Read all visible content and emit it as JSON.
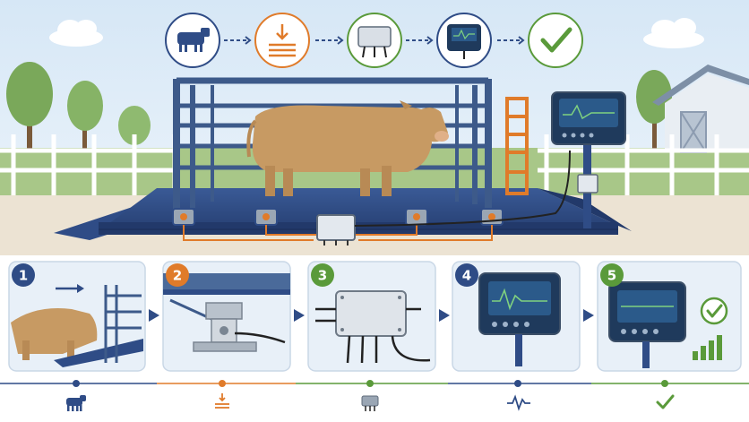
{
  "colors": {
    "sky": "#dceaf7",
    "ground": "#ece3d3",
    "grass": "#9fc07a",
    "platform": "#2f4c86",
    "platform_dark": "#22396a",
    "cattle": "#c79a63",
    "wire": "#e07b2a",
    "step1": "#2f4c86",
    "step2": "#e07b2a",
    "step3": "#5a9a3a",
    "step4": "#2f4c86",
    "step5": "#5a9a3a",
    "check": "#5a9a3a",
    "panel_bg": "#e8f0f8",
    "screen": "#1f3a5c",
    "screen_line": "#7fd17f"
  },
  "flow_icons": [
    "cow-icon",
    "load-arrow-icon",
    "junction-box-icon",
    "indicator-icon",
    "checkmark-icon"
  ],
  "steps": [
    {
      "number": "1",
      "icon": "cow-entering-scale"
    },
    {
      "number": "2",
      "icon": "load-cell-closeup"
    },
    {
      "number": "3",
      "icon": "junction-box-closeup"
    },
    {
      "number": "4",
      "icon": "weight-indicator-closeup"
    },
    {
      "number": "5",
      "icon": "indicator-with-check-and-bars"
    }
  ],
  "timeline_icons": [
    "cow-icon",
    "load-arrow-icon",
    "junction-box-icon",
    "signal-wave-icon",
    "checkmark-icon"
  ]
}
